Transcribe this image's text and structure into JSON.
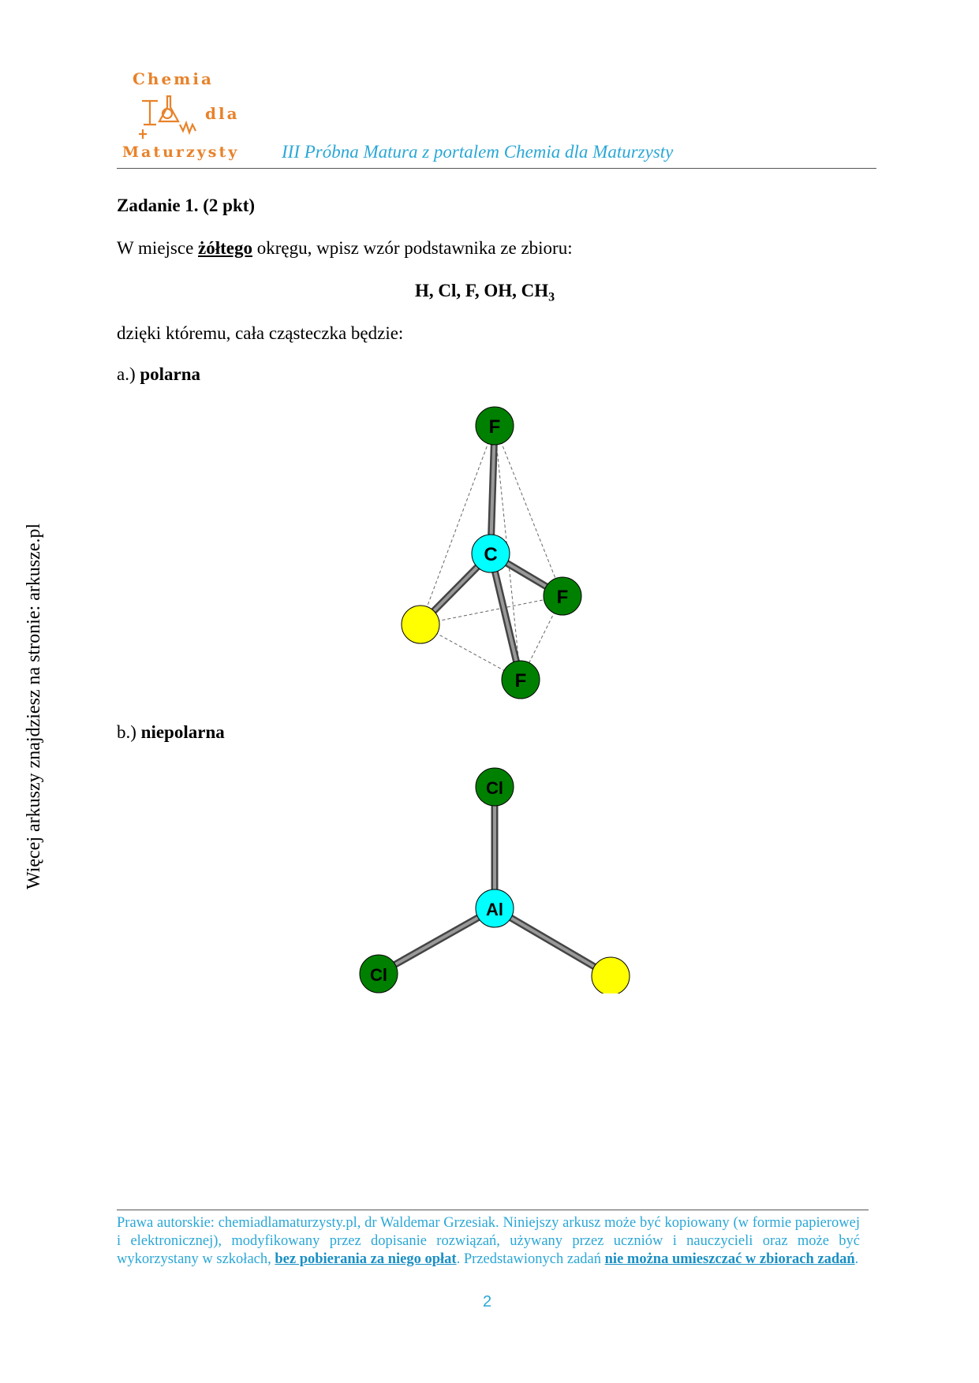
{
  "header": {
    "logo_line1": "Chemia",
    "logo_line2": "dla",
    "logo_line3": "Maturzysty",
    "title": "III Próbna Matura z portalem Chemia dla Maturzysty"
  },
  "sidebar": {
    "text": "Więcej arkuszy znajdziesz na stronie: arkusze.pl"
  },
  "task": {
    "title": "Zadanie 1. (2 pkt)",
    "instruction_prefix": "W miejsce ",
    "instruction_highlight": "żółtego",
    "instruction_suffix": " okręgu, wpisz wzór podstawnika ze zbioru:",
    "formula_main": "H, Cl, F, OH, CH",
    "formula_sub": "3",
    "line2": "dzięki któremu, cała cząsteczka będzie:",
    "part_a_prefix": "a.) ",
    "part_a_label": "polarna",
    "part_b_prefix": "b.) ",
    "part_b_label": "niepolarna"
  },
  "molecule_a": {
    "atoms": [
      {
        "label": "F",
        "role": "top",
        "color": "#008000"
      },
      {
        "label": "C",
        "role": "center",
        "color": "#00ffff"
      },
      {
        "label": "F",
        "role": "right",
        "color": "#008000"
      },
      {
        "label": "F",
        "role": "bottom",
        "color": "#008000"
      },
      {
        "label": "",
        "role": "left",
        "color": "#ffff00"
      }
    ]
  },
  "molecule_b": {
    "atoms": [
      {
        "label": "Cl",
        "role": "top",
        "color": "#008000"
      },
      {
        "label": "Al",
        "role": "center",
        "color": "#00ffff"
      },
      {
        "label": "Cl",
        "role": "left",
        "color": "#008000"
      },
      {
        "label": "",
        "role": "right",
        "color": "#ffff00"
      }
    ]
  },
  "footer": {
    "text1": "Prawa autorskie: chemiadlamaturzysty.pl, dr Waldemar Grzesiak. Niniejszy arkusz może być kopiowany (w formie papierowej i elektronicznej), modyfikowany przez dopisanie rozwiązań, używany przez uczniów i nauczycieli oraz może być wykorzystany w szkołach, ",
    "link1": "bez pobierania za niego opłat",
    "text2": ". Przedstawionych zadań ",
    "link2": "nie można umieszczać w zbiorach zadań",
    "text3": ".",
    "page_number": "2"
  }
}
